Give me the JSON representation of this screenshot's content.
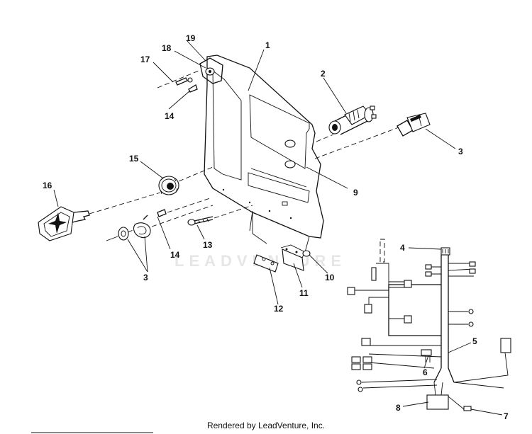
{
  "footer": "Rendered by LeadVenture, Inc.",
  "watermark": "LEADVENTURE",
  "callouts": {
    "c1": "1",
    "c2": "2",
    "c3a": "3",
    "c3b": "3",
    "c4": "4",
    "c5": "5",
    "c6": "6",
    "c7": "7",
    "c8": "8",
    "c9": "9",
    "c10": "10",
    "c11": "11",
    "c12": "12",
    "c13": "13",
    "c14a": "14",
    "c14b": "14",
    "c15": "15",
    "c16": "16",
    "c17": "17",
    "c18": "18",
    "c19": "19"
  }
}
